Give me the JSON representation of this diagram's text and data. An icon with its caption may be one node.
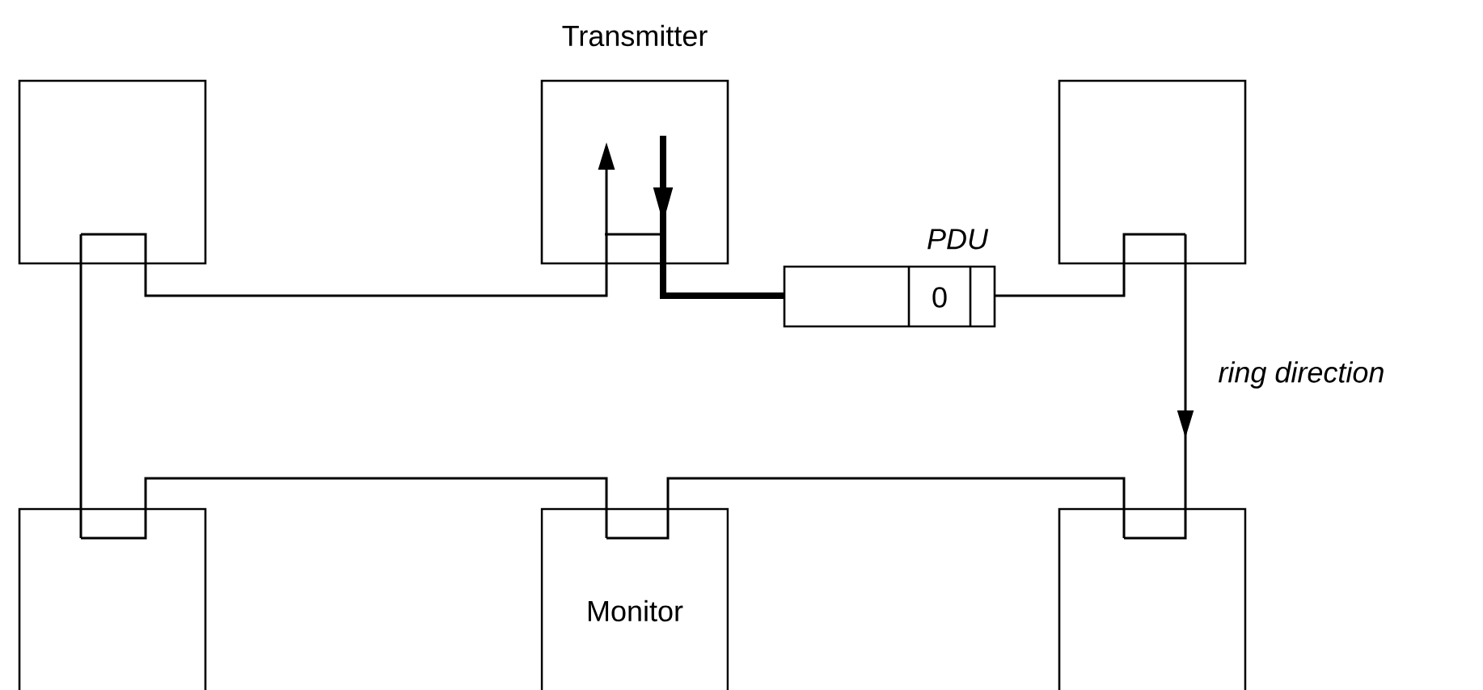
{
  "diagram": {
    "nodes": [
      {
        "text": [],
        "shape": "box"
      },
      {
        "text": [
          "Transmitter"
        ]
      },
      {
        "text": [],
        "shape": "box"
      },
      {
        "text": [],
        "shape": "box"
      },
      {
        "text": [
          "Monitor"
        ]
      },
      {
        "text": [],
        "shape": "box"
      },
      {
        "text": [
          "PDU",
          "0"
        ]
      }
    ],
    "edges": [
      {
        "from": 0,
        "to": 1,
        "arrow": "to"
      },
      {
        "from": 1,
        "to": 6,
        "arrow": "to",
        "style": "thick"
      },
      {
        "from": 6,
        "to": 2,
        "arrow": "none"
      },
      {
        "from": 2,
        "to": 5,
        "arrow": "to",
        "label": "ring direction"
      },
      {
        "from": 5,
        "to": 4,
        "arrow": "none"
      },
      {
        "from": 4,
        "to": 3,
        "arrow": "none"
      },
      {
        "from": 3,
        "to": 0,
        "arrow": "none"
      }
    ]
  }
}
